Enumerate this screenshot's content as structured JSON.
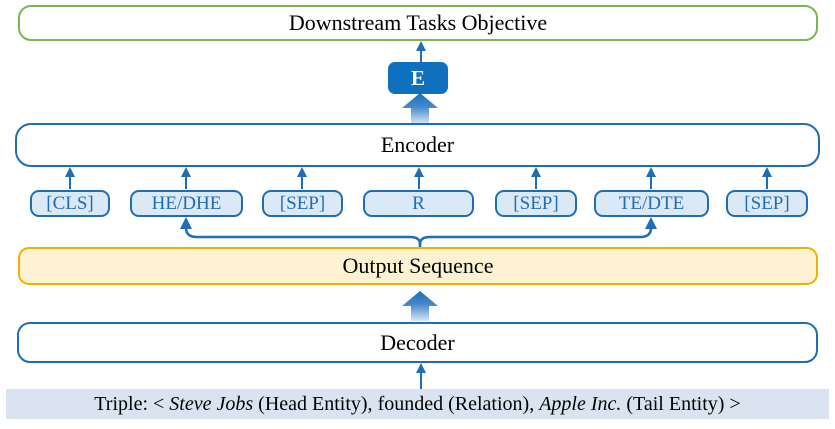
{
  "diagram": {
    "downstream_box": {
      "label": "Downstream Tasks Objective"
    },
    "embedding_box": {
      "label": "E"
    },
    "encoder_box": {
      "label": "Encoder"
    },
    "tokens": [
      {
        "label": "[CLS]"
      },
      {
        "label": "HE/DHE"
      },
      {
        "label": "[SEP]"
      },
      {
        "label": "R"
      },
      {
        "label": "[SEP]"
      },
      {
        "label": "TE/DTE"
      },
      {
        "label": "[SEP]"
      }
    ],
    "output_sequence_box": {
      "label": "Output Sequence"
    },
    "decoder_box": {
      "label": "Decoder"
    },
    "triple_bar": {
      "prefix": "Triple: < ",
      "head_entity": "Steve Jobs",
      "head_label": " (Head Entity), ",
      "relation": "founded",
      "relation_label": " (Relation), ",
      "tail_entity": "Apple Inc.",
      "tail_label": " (Tail Entity) >"
    },
    "colors": {
      "blue_line": "#1f6eb5",
      "token_fill": "#dbe8f6",
      "embedding_fill": "#0f70bd",
      "green_border": "#7ab652",
      "gold_border": "#f0b000",
      "output_fill": "#fdf3d2",
      "triple_bg": "#d9e4f0"
    }
  }
}
